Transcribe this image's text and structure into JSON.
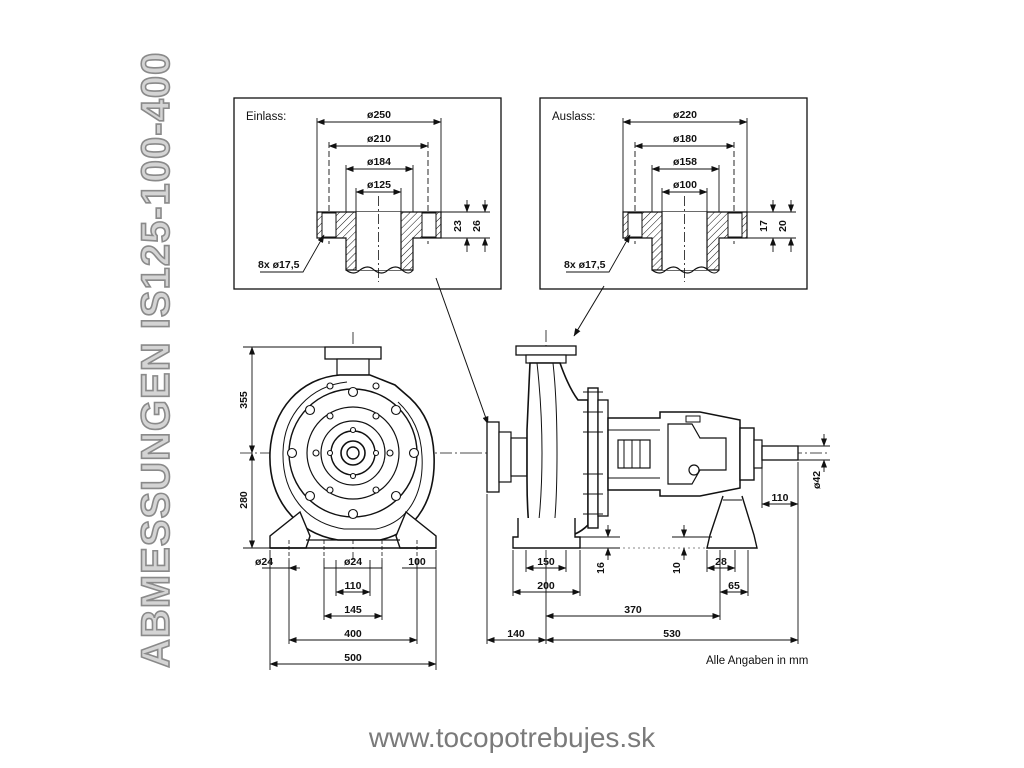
{
  "title": "ABMESSUNGEN IS125-100-400",
  "website": "www.tocopotrebujes.sk",
  "units_note": "Alle Angaben in mm",
  "inlet": {
    "label": "Einlass:",
    "d1": "ø250",
    "d2": "ø210",
    "d3": "ø184",
    "d4": "ø125",
    "h1": "23",
    "h2": "26",
    "bolts": "8x ø17,5"
  },
  "outlet": {
    "label": "Auslass:",
    "d1": "ø220",
    "d2": "ø180",
    "d3": "ø158",
    "d4": "ø100",
    "h1": "17",
    "h2": "20",
    "bolts": "8x ø17,5"
  },
  "front_view": {
    "height_top": "355",
    "height_bottom": "280",
    "hole_left": "ø24",
    "hole_center": "ø24",
    "edge_right": "100",
    "w110": "110",
    "w145": "145",
    "w400": "400",
    "w500": "500"
  },
  "side_view": {
    "foot_h": "16",
    "w150": "150",
    "w200": "200",
    "g10": "10",
    "g28": "28",
    "g65": "65",
    "l370": "370",
    "l140": "140",
    "l530": "530",
    "shaft_len": "110",
    "shaft_dia": "ø42"
  }
}
